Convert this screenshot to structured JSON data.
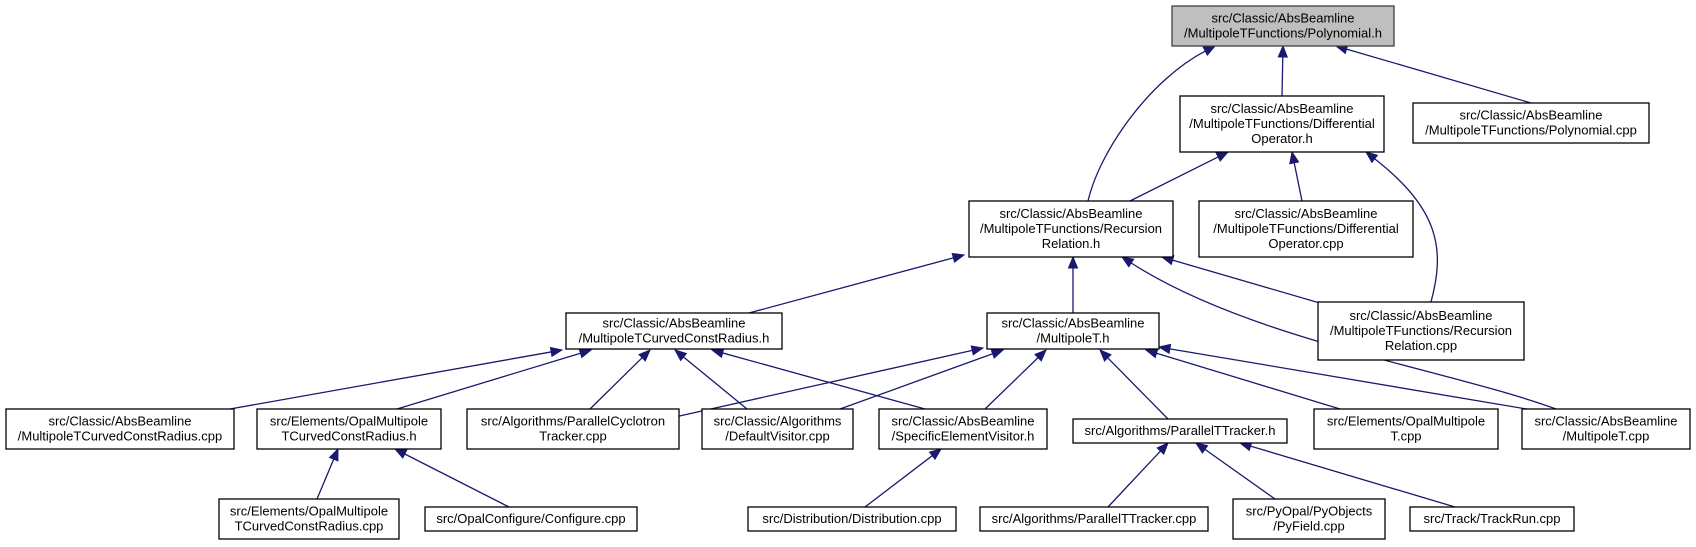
{
  "diagram": {
    "type": "include-dependency-graph",
    "colors": {
      "edge": "#191970",
      "root_fill": "#bfbfbf",
      "node_border": "#000000"
    },
    "nodes": [
      {
        "id": "poly_h",
        "root": true,
        "lines": [
          "src/Classic/AbsBeamline",
          "/MultipoleTFunctions/Polynomial.h"
        ]
      },
      {
        "id": "diffop_h",
        "lines": [
          "src/Classic/AbsBeamline",
          "/MultipoleTFunctions/Differential",
          "Operator.h"
        ]
      },
      {
        "id": "poly_cpp",
        "lines": [
          "src/Classic/AbsBeamline",
          "/MultipoleTFunctions/Polynomial.cpp"
        ]
      },
      {
        "id": "recrel_h",
        "lines": [
          "src/Classic/AbsBeamline",
          "/MultipoleTFunctions/Recursion",
          "Relation.h"
        ]
      },
      {
        "id": "diffop_cpp",
        "lines": [
          "src/Classic/AbsBeamline",
          "/MultipoleTFunctions/Differential",
          "Operator.cpp"
        ]
      },
      {
        "id": "mtccr_h",
        "lines": [
          "src/Classic/AbsBeamline",
          "/MultipoleTCurvedConstRadius.h"
        ]
      },
      {
        "id": "mt_h",
        "lines": [
          "src/Classic/AbsBeamline",
          "/MultipoleT.h"
        ]
      },
      {
        "id": "recrel_cpp",
        "lines": [
          "src/Classic/AbsBeamline",
          "/MultipoleTFunctions/Recursion",
          "Relation.cpp"
        ]
      },
      {
        "id": "mtccr_cpp",
        "lines": [
          "src/Classic/AbsBeamline",
          "/MultipoleTCurvedConstRadius.cpp"
        ]
      },
      {
        "id": "opal_mtccr_h",
        "lines": [
          "src/Elements/OpalMultipole",
          "TCurvedConstRadius.h"
        ]
      },
      {
        "id": "pct_cpp",
        "lines": [
          "src/Algorithms/ParallelCyclotron",
          "Tracker.cpp"
        ]
      },
      {
        "id": "defvis_cpp",
        "lines": [
          "src/Classic/Algorithms",
          "/DefaultVisitor.cpp"
        ]
      },
      {
        "id": "sev_h",
        "lines": [
          "src/Classic/AbsBeamline",
          "/SpecificElementVisitor.h"
        ]
      },
      {
        "id": "ptt_h",
        "lines": [
          "src/Algorithms/ParallelTTracker.h"
        ]
      },
      {
        "id": "opal_mt_cpp",
        "lines": [
          "src/Elements/OpalMultipole",
          "T.cpp"
        ]
      },
      {
        "id": "mt_cpp",
        "lines": [
          "src/Classic/AbsBeamline",
          "/MultipoleT.cpp"
        ]
      },
      {
        "id": "opal_mtccr_cpp",
        "lines": [
          "src/Elements/OpalMultipole",
          "TCurvedConstRadius.cpp"
        ]
      },
      {
        "id": "configure_cpp",
        "lines": [
          "src/OpalConfigure/Configure.cpp"
        ]
      },
      {
        "id": "distribution_cpp",
        "lines": [
          "src/Distribution/Distribution.cpp"
        ]
      },
      {
        "id": "ptt_cpp",
        "lines": [
          "src/Algorithms/ParallelTTracker.cpp"
        ]
      },
      {
        "id": "pyfield_cpp",
        "lines": [
          "src/PyOpal/PyObjects",
          "/PyField.cpp"
        ]
      },
      {
        "id": "trackrun_cpp",
        "lines": [
          "src/Track/TrackRun.cpp"
        ]
      }
    ],
    "edges": [
      {
        "from": "poly_h",
        "to": "diffop_h"
      },
      {
        "from": "poly_h",
        "to": "poly_cpp"
      },
      {
        "from": "poly_h",
        "to": "recrel_h"
      },
      {
        "from": "diffop_h",
        "to": "recrel_h"
      },
      {
        "from": "diffop_h",
        "to": "diffop_cpp"
      },
      {
        "from": "diffop_h",
        "to": "recrel_cpp"
      },
      {
        "from": "recrel_h",
        "to": "mtccr_h"
      },
      {
        "from": "recrel_h",
        "to": "mt_h"
      },
      {
        "from": "recrel_h",
        "to": "recrel_cpp"
      },
      {
        "from": "recrel_h",
        "to": "mt_cpp"
      },
      {
        "from": "mtccr_h",
        "to": "mtccr_cpp"
      },
      {
        "from": "mtccr_h",
        "to": "opal_mtccr_h"
      },
      {
        "from": "mtccr_h",
        "to": "pct_cpp"
      },
      {
        "from": "mtccr_h",
        "to": "defvis_cpp"
      },
      {
        "from": "mtccr_h",
        "to": "sev_h"
      },
      {
        "from": "mt_h",
        "to": "pct_cpp"
      },
      {
        "from": "mt_h",
        "to": "defvis_cpp"
      },
      {
        "from": "mt_h",
        "to": "sev_h"
      },
      {
        "from": "mt_h",
        "to": "ptt_h"
      },
      {
        "from": "mt_h",
        "to": "opal_mt_cpp"
      },
      {
        "from": "mt_h",
        "to": "mt_cpp"
      },
      {
        "from": "opal_mtccr_h",
        "to": "opal_mtccr_cpp"
      },
      {
        "from": "opal_mtccr_h",
        "to": "configure_cpp"
      },
      {
        "from": "sev_h",
        "to": "distribution_cpp"
      },
      {
        "from": "ptt_h",
        "to": "ptt_cpp"
      },
      {
        "from": "ptt_h",
        "to": "pyfield_cpp"
      },
      {
        "from": "ptt_h",
        "to": "trackrun_cpp"
      }
    ]
  }
}
